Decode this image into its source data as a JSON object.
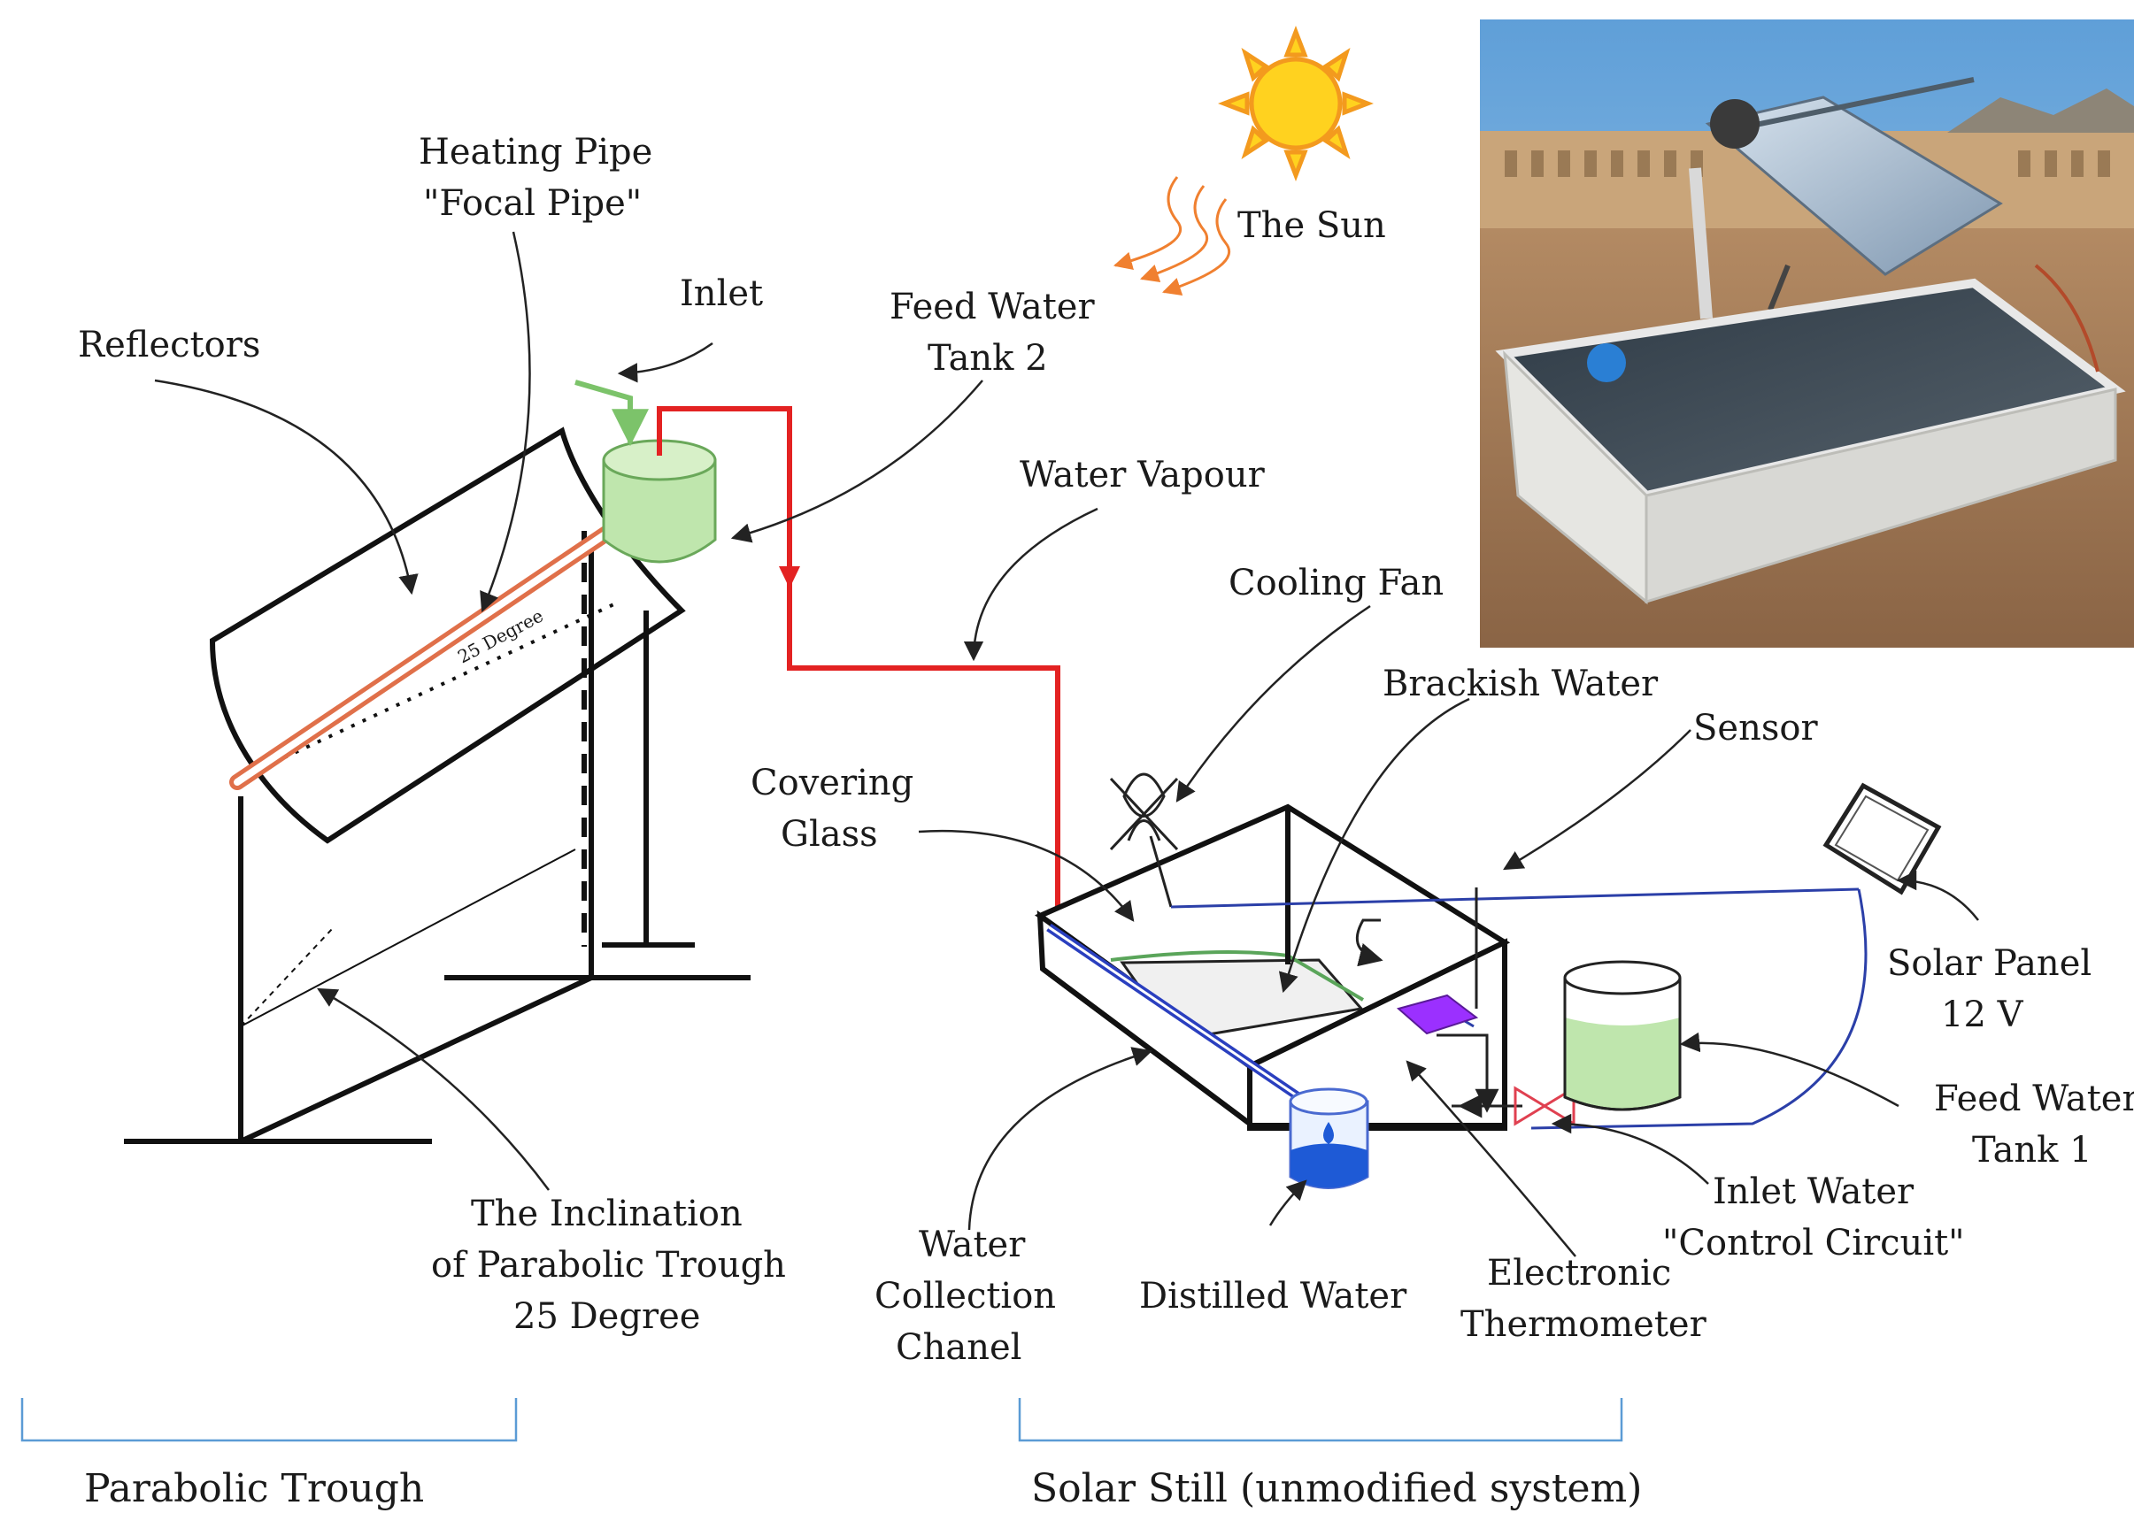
{
  "labels": {
    "heating_pipe_1": "Heating Pipe",
    "heating_pipe_2": "\"Focal Pipe\"",
    "inlet": "Inlet",
    "reflectors": "Reflectors",
    "feed_tank2_1": "Feed Water",
    "feed_tank2_2": "Tank 2",
    "the_sun": "The Sun",
    "water_vapour": "Water Vapour",
    "cooling_fan": "Cooling Fan",
    "brackish_water": "Brackish Water",
    "sensor": "Sensor",
    "covering_glass_1": "Covering",
    "covering_glass_2": "Glass",
    "solar_panel_1": "Solar Panel",
    "solar_panel_2": "12 V",
    "feed_tank1_1": "Feed Water",
    "feed_tank1_2": "Tank  1",
    "inlet_water_1": "Inlet Water",
    "inlet_water_2": "\"Control Circuit\"",
    "inclination_1": "The Inclination",
    "inclination_2": "of Parabolic Trough",
    "inclination_3": "25 Degree",
    "water_collection_1": "Water",
    "water_collection_2": "Collection",
    "water_collection_3": "Chanel",
    "distilled_water": "Distilled Water",
    "thermometer_1": "Electronic",
    "thermometer_2": "Thermometer",
    "angle_mark": "25 Degree"
  },
  "captions": {
    "parabolic_trough": "Parabolic Trough",
    "solar_still": "Solar Still (unmodified system)"
  },
  "colors": {
    "vapour_pipe": "#e32222",
    "inlet_pipe": "#7cc36a",
    "tank_green": "#bfe6ad",
    "focal_pipe": "#e0704a",
    "collection_channel": "#2a3fbf",
    "wire": "#2b3fa8",
    "bracket": "#5b9bd5",
    "sensor_purple": "#9b30ff",
    "sun_yellow": "#ffd21f",
    "sun_orange": "#f39a1e"
  }
}
